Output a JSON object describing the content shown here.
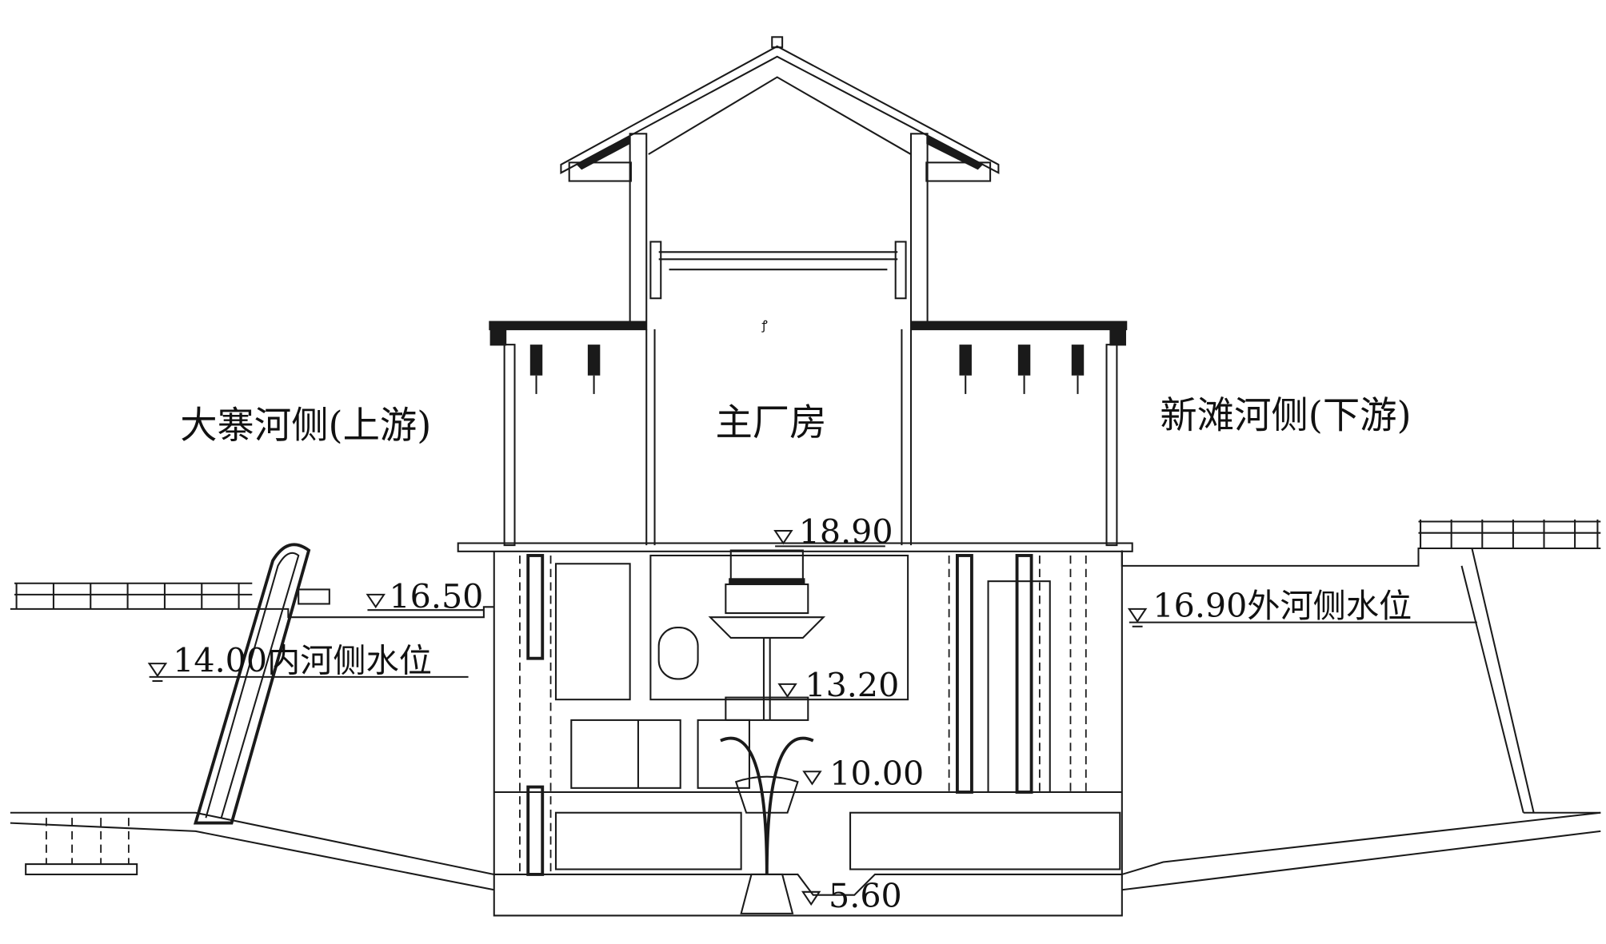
{
  "labels": {
    "upstream": "大寨河侧(上游)",
    "main_building": "主厂房",
    "downstream": "新滩河侧(下游)"
  },
  "elevations": {
    "floor": "18.90",
    "left_deck": "16.50",
    "inner_water": "14.00内河侧水位",
    "outer_water": "16.90外河侧水位",
    "pump_floor": "13.20",
    "impeller": "10.00",
    "bottom": "5.60"
  }
}
